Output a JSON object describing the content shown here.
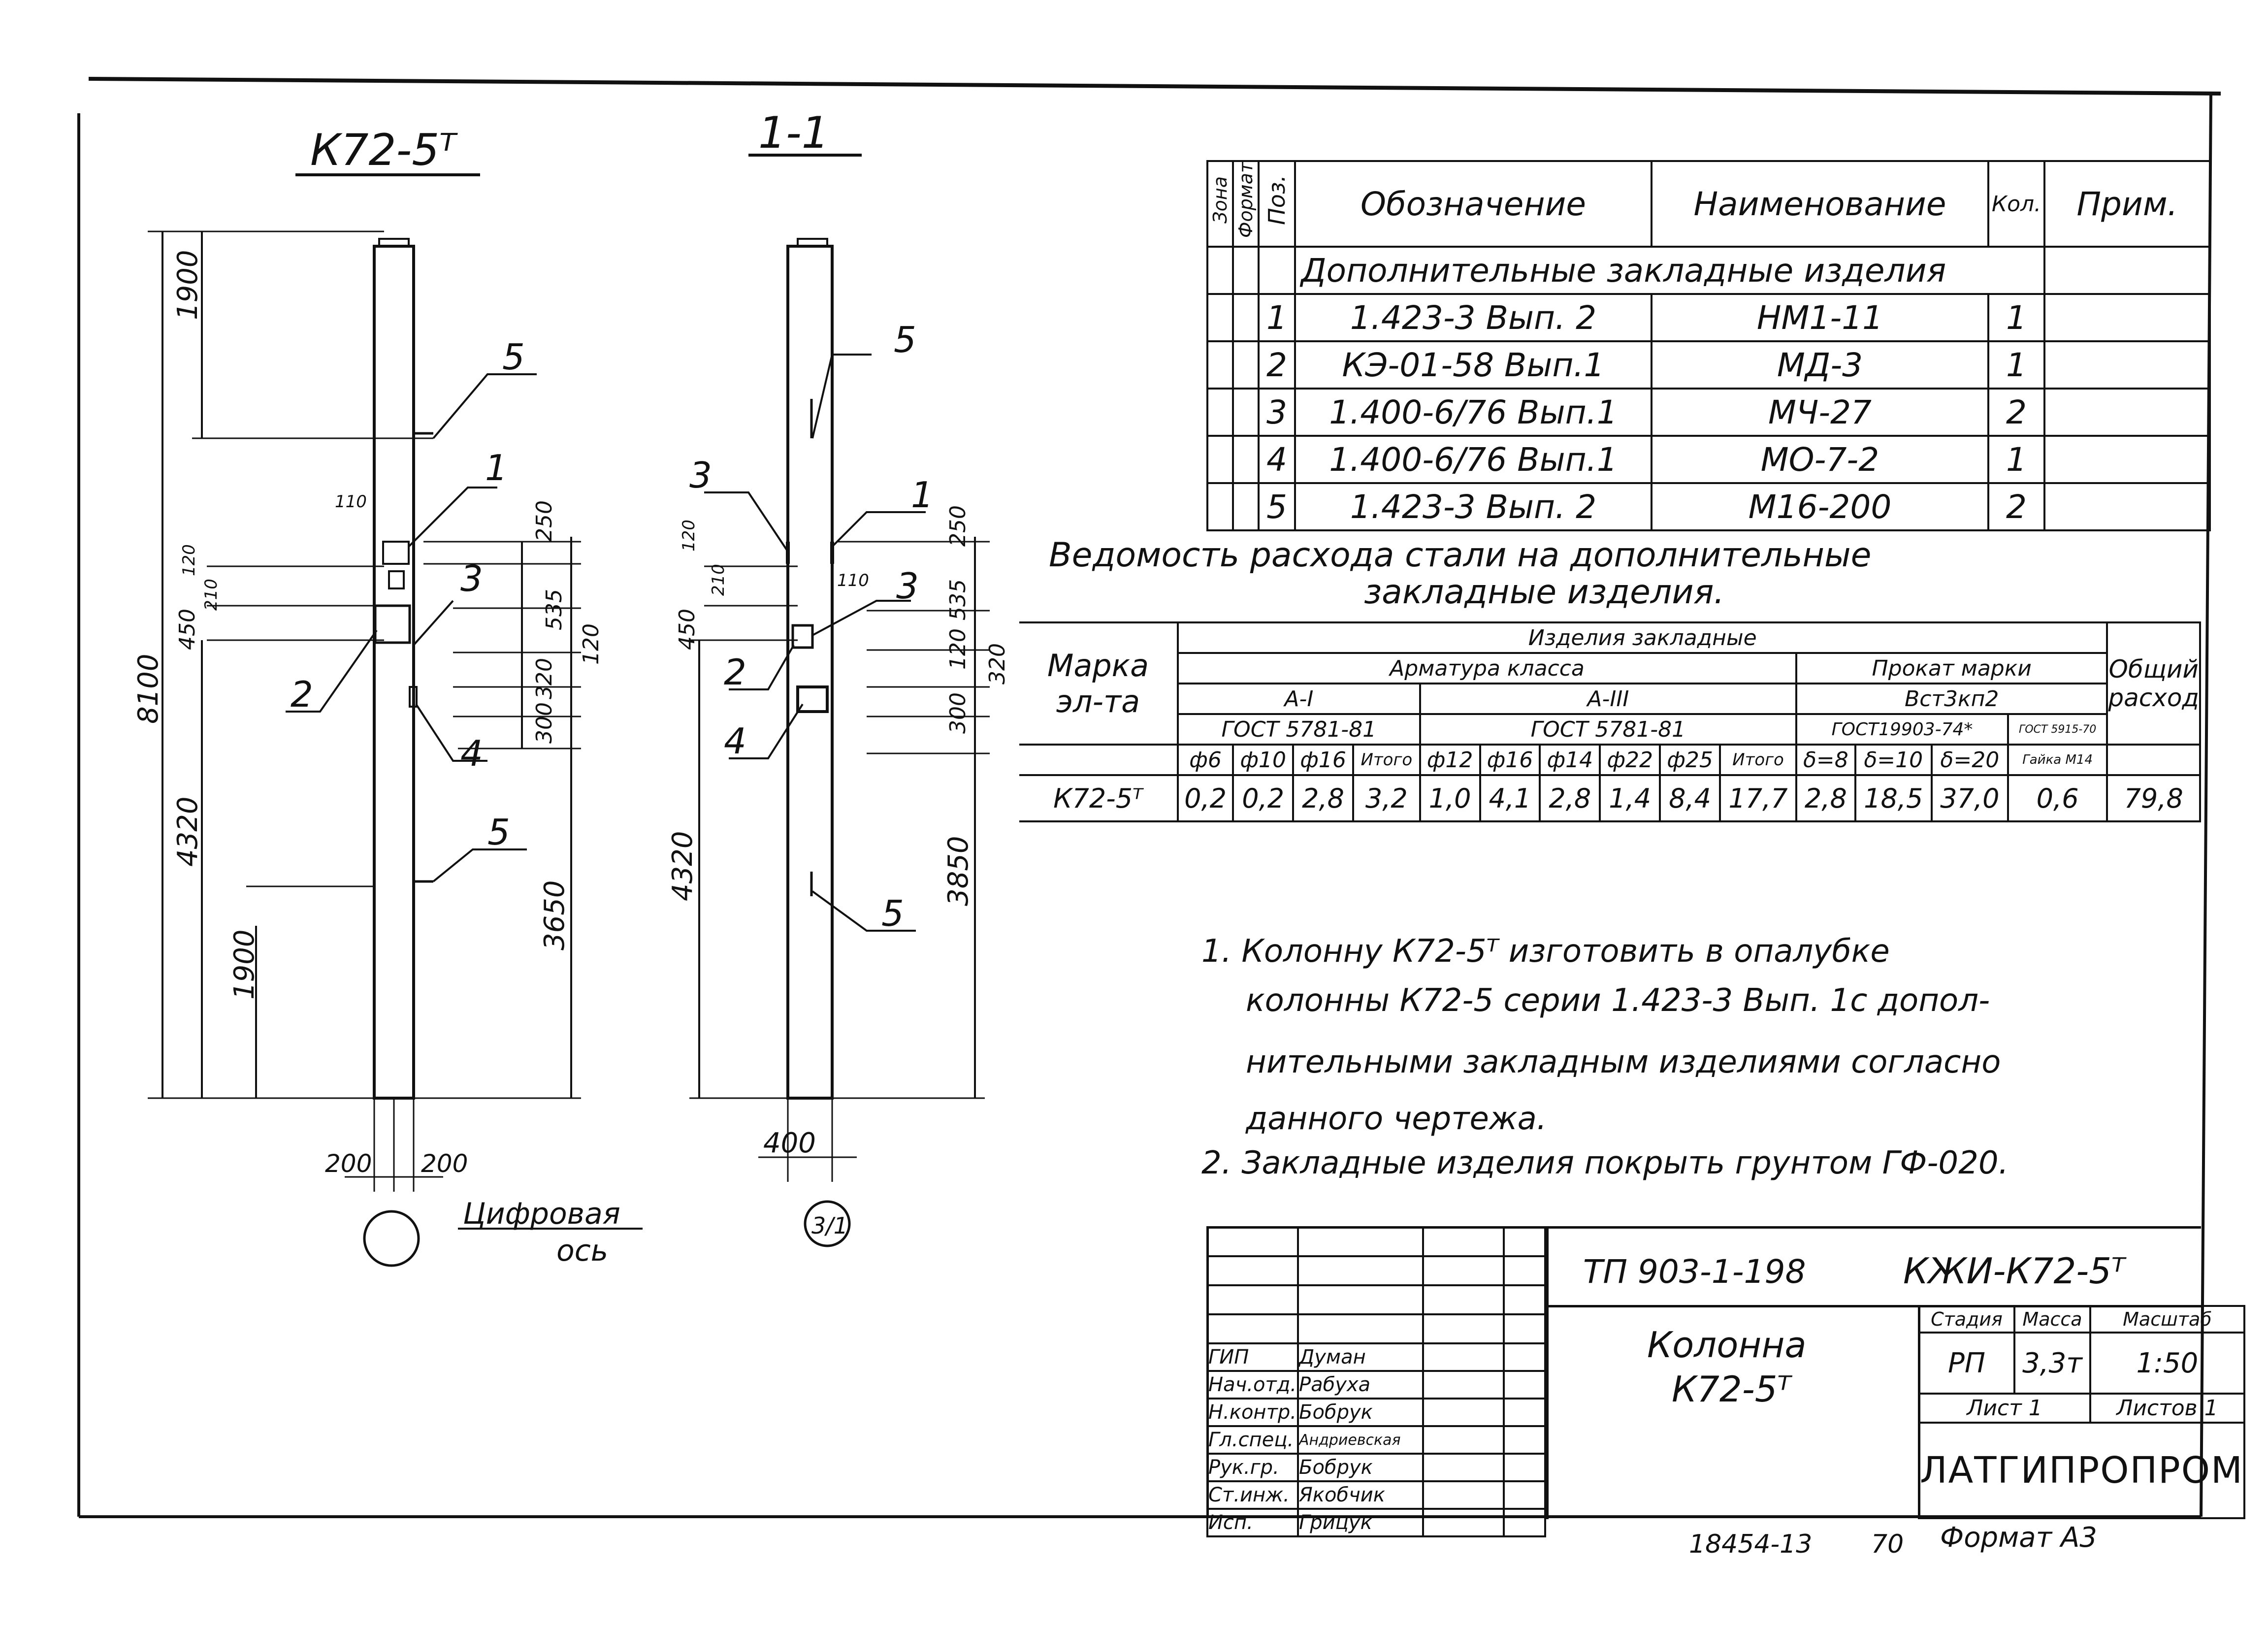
{
  "views": {
    "left_title": "К72-5ᵀ",
    "right_title": "1-1",
    "left_dims": {
      "d8100": "8100",
      "d1900_top": "1900",
      "d4320": "4320",
      "d1900_bot": "1900",
      "d450": "450",
      "d120": "120",
      "d210": "210",
      "d110": "110",
      "d250": "250",
      "d535": "535",
      "d120b": "120",
      "d320": "320",
      "d300": "300",
      "d3650": "3650",
      "d200a": "200",
      "d200b": "200"
    },
    "right_dims": {
      "d4320": "4320",
      "d450": "450",
      "d120": "120",
      "d210": "210",
      "d110": "110",
      "d250": "250",
      "d535": "535",
      "d120b": "120",
      "d320": "320",
      "d300": "300",
      "d3850": "3850",
      "d400": "400"
    },
    "leaders": {
      "n1": "1",
      "n2": "2",
      "n3": "3",
      "n4": "4",
      "n5": "5"
    },
    "axis_label_1": "Цифровая",
    "axis_label_2": "ось",
    "section_mark": "3/1"
  },
  "spec_table": {
    "headers": {
      "zone": "Зона",
      "format": "Формат",
      "pos": "Поз.",
      "designation": "Обозначение",
      "name": "Наименование",
      "qty": "Кол.",
      "note": "Прим."
    },
    "section_title": "Дополнительные закладные изделия",
    "rows": [
      {
        "pos": "1",
        "designation": "1.423-3 Вып. 2",
        "name": "НМ1-11",
        "qty": "1"
      },
      {
        "pos": "2",
        "designation": "КЭ-01-58 Вып.1",
        "name": "МД-3",
        "qty": "1"
      },
      {
        "pos": "3",
        "designation": "1.400-6/76 Вып.1",
        "name": "МЧ-27",
        "qty": "2"
      },
      {
        "pos": "4",
        "designation": "1.400-6/76 Вып.1",
        "name": "МО-7-2",
        "qty": "1"
      },
      {
        "pos": "5",
        "designation": "1.423-3 Вып. 2",
        "name": "М16-200",
        "qty": "2"
      }
    ]
  },
  "steel_table": {
    "title_1": "Ведомость расхода стали на дополнительные",
    "title_2": "закладные изделия.",
    "mark_header": "Марка эл-та",
    "products_header": "Изделия закладные",
    "rebar_header": "Арматура класса",
    "rolled_header": "Прокат марки",
    "total_header": "Общий расход",
    "class_a1": "A-I",
    "class_a3": "A-III",
    "rolled_grade": "Вст3кп2",
    "gost_a1": "ГОСТ 5781-81",
    "gost_a3": "ГОСТ 5781-81",
    "gost_rolled": "ГОСТ19903-74*",
    "gost_nut": "ГОСТ 5915-70",
    "cols": [
      "ф6",
      "ф10",
      "ф16",
      "Итого",
      "ф12",
      "ф16",
      "ф14",
      "ф22",
      "ф25",
      "Итого",
      "δ=8",
      "δ=10",
      "δ=20",
      "Гайка М14"
    ],
    "row_mark": "К72-5ᵀ",
    "values": [
      "0,2",
      "0,2",
      "2,8",
      "3,2",
      "1,0",
      "4,1",
      "2,8",
      "1,4",
      "8,4",
      "17,7",
      "2,8",
      "18,5",
      "37,0",
      "0,6"
    ],
    "total": "79,8"
  },
  "notes": [
    "1. Колонну К72-5ᵀ изготовить в опалубке",
    "колонны К72-5 серии 1.423-3 Вып. 1с допол-",
    "нительными закладным изделиями согласно",
    "данного чертежа.",
    "2. Закладные изделия покрыть грунтом ГФ-020."
  ],
  "title_block": {
    "project": "ТП 903-1-198",
    "code": "КЖИ-К72-5ᵀ",
    "object_1": "Колонна",
    "object_2": "К72-5ᵀ",
    "stage_label": "Стадия",
    "mass_label": "Масса",
    "scale_label": "Масштаб",
    "stage": "РП",
    "mass": "3,3т",
    "scale": "1:50",
    "sheet": "Лист 1",
    "sheets": "Листов 1",
    "org": "ЛАТГИПРОПРОМ",
    "roles": [
      {
        "role": "ГИП",
        "name": "Думан"
      },
      {
        "role": "Нач.отд.",
        "name": "Рабуха"
      },
      {
        "role": "Н.контр.",
        "name": "Бобрук"
      },
      {
        "role": "Гл.спец.",
        "name": "Андриевская"
      },
      {
        "role": "Рук.гр.",
        "name": "Бобрук"
      },
      {
        "role": "Ст.инж.",
        "name": "Якобчик"
      },
      {
        "role": "Исп.",
        "name": "Грицук"
      }
    ]
  },
  "footer": {
    "inv": "18454-13",
    "page": "70",
    "format": "Формат А3"
  }
}
